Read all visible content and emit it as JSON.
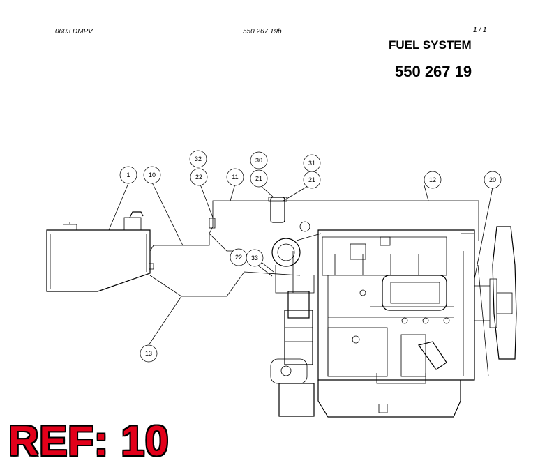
{
  "header": {
    "doc_code": "0603 DMPV",
    "part_code": "550 267 19b",
    "page": "1 /   1"
  },
  "title": "FUEL SYSTEM",
  "part_number": "550 267 19",
  "ref_label": "REF: 10",
  "callouts": [
    "1",
    "10",
    "32",
    "22",
    "11",
    "30",
    "21",
    "31",
    "21",
    "12",
    "20",
    "22",
    "33",
    "13"
  ]
}
